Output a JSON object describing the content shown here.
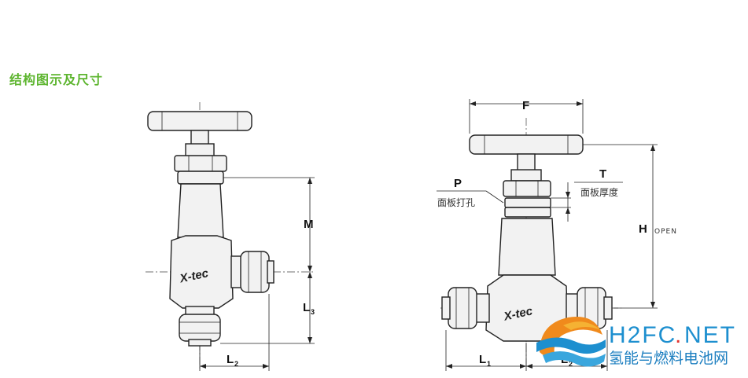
{
  "section": {
    "title": "结构图示及尺寸"
  },
  "dimensions": {
    "M": "M",
    "L2_left": "L",
    "L2_left_sub": "2",
    "L3": "L",
    "L3_sub": "3",
    "F": "F",
    "P": "P",
    "T": "T",
    "H": "H",
    "H_note": "OPEN",
    "L1": "L",
    "L1_sub": "1",
    "L2_right": "L",
    "L2_right_sub": "2"
  },
  "notes": {
    "panel_hole": "面板打孔",
    "panel_thickness": "面板厚度"
  },
  "brand": {
    "left": "X-tec",
    "right": "X-tec"
  },
  "watermark": {
    "site_prefix": "H2FC",
    "site_dot": ".",
    "site_suffix": "NET",
    "subtitle": "氢能与燃料电池网"
  }
}
